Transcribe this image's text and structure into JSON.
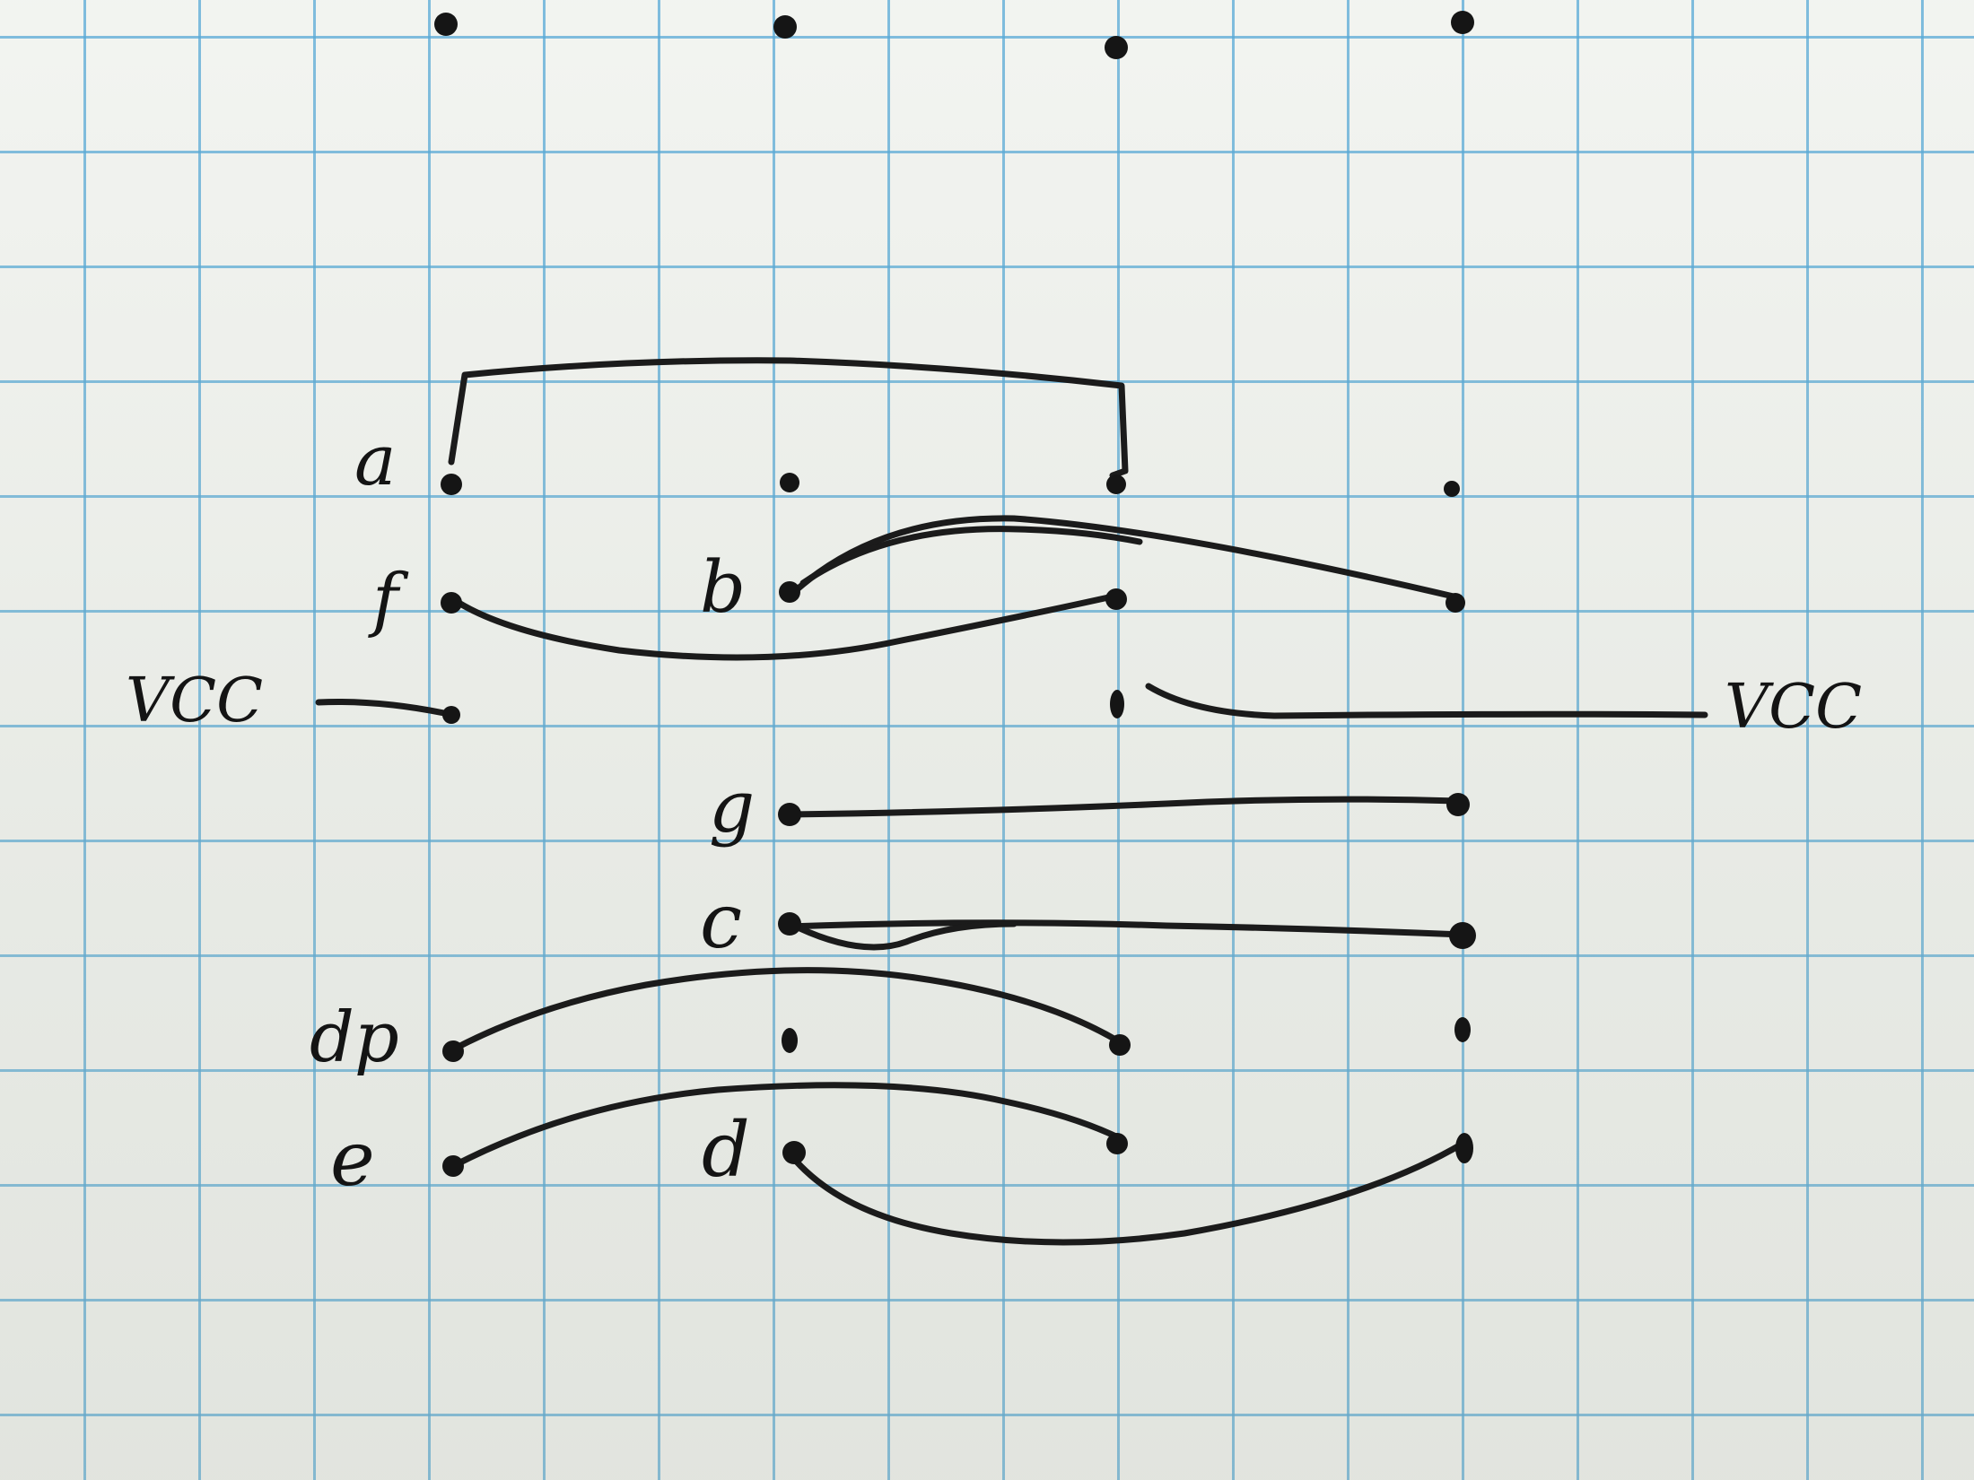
{
  "labels": {
    "a": "a",
    "f": "f",
    "b": "b",
    "vcc_left": "VCC",
    "vcc_right": "VCC",
    "g": "g",
    "c": "c",
    "dp": "dp",
    "e": "e",
    "d": "d"
  },
  "colors": {
    "grid": "#46a0d2",
    "paper": "#f1f3ef",
    "ink": "#1b1b1b"
  }
}
